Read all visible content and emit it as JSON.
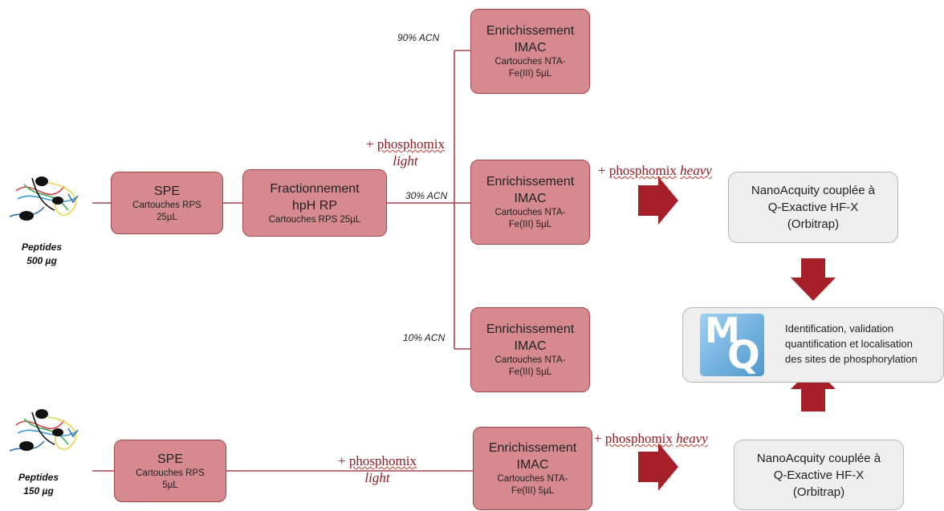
{
  "peptides_top": {
    "line1": "Peptides",
    "line2": "500 µg"
  },
  "peptides_bottom": {
    "line1": "Peptides",
    "line2": "150 µg"
  },
  "spe_top": {
    "title": "SPE",
    "sub1": "Cartouches RPS",
    "sub2": "25µL"
  },
  "fraction": {
    "title1": "Fractionnement",
    "title2": "hpH RP",
    "sub": "Cartouches RPS 25µL"
  },
  "spe_bottom": {
    "title": "SPE",
    "sub1": "Cartouches RPS",
    "sub2": "5µL"
  },
  "imac_90": {
    "title1": "Enrichissement",
    "title2": "IMAC",
    "sub1": "Cartouches NTA-",
    "sub2": "Fe(III) 5µL"
  },
  "imac_30": {
    "title1": "Enrichissement",
    "title2": "IMAC",
    "sub1": "Cartouches NTA-",
    "sub2": "Fe(III) 5µL"
  },
  "imac_10": {
    "title1": "Enrichissement",
    "title2": "IMAC",
    "sub1": "Cartouches NTA-",
    "sub2": "Fe(III) 5µL"
  },
  "imac_bottom": {
    "title1": "Enrichissement",
    "title2": "IMAC",
    "sub1": "Cartouches NTA-",
    "sub2": "Fe(III) 5µL"
  },
  "acn": {
    "a90": "90% ACN",
    "a30": "30% ACN",
    "a10": "10% ACN"
  },
  "phospho_light_top": {
    "plus": "+",
    "word": "phosphomix",
    "kind": "light"
  },
  "phospho_heavy_top": {
    "plus": "+",
    "word": "phosphomix",
    "kind": "heavy"
  },
  "phospho_light_bottom": {
    "plus": "+",
    "word": "phosphomix",
    "kind": "light"
  },
  "phospho_heavy_bottom": {
    "plus": "+",
    "word": "phosphomix",
    "kind": "heavy"
  },
  "nano_top": {
    "line1": "NanoAcquity couplée à",
    "line2": "Q-Exactive HF-X",
    "line3": "(Orbitrap)"
  },
  "nano_bottom": {
    "line1": "NanoAcquity couplée à",
    "line2": "Q-Exactive HF-X",
    "line3": "(Orbitrap)"
  },
  "maxquant": {
    "logo_m": "M",
    "logo_q": "Q",
    "line1": "Identification, validation",
    "line2": "quantification et localisation",
    "line3": "des sites de phosphorylation"
  },
  "colors": {
    "box_fill": "#d68a8f",
    "box_border": "#a3454c",
    "line": "#a3454c",
    "arrow": "#a52029",
    "grey_fill": "#eeeeee"
  }
}
